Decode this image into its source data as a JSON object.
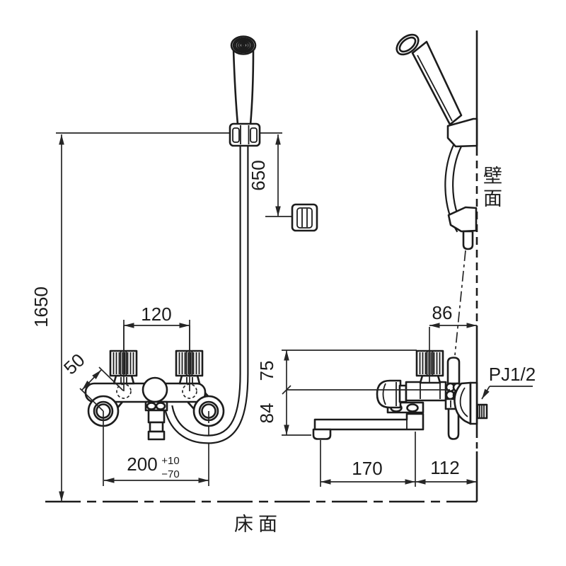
{
  "drawing": {
    "dims": {
      "floor_to_holder_height": "1650",
      "holder_to_hook_drop": "650",
      "handle_pitch": "120",
      "eccentric_offset": "50",
      "supply_pitch": "200",
      "supply_pitch_tol_plus": "+10",
      "supply_pitch_tol_minus": "−70",
      "wall_to_handle_axis": "86",
      "axis_to_handle_top": "75",
      "axis_to_spout_bottom": "84",
      "spout_reach": "170",
      "wall_to_body": "112",
      "thread_spec": "PJ1/2"
    },
    "labels": {
      "wall_surface": "壁面",
      "floor_surface": "床面"
    }
  }
}
